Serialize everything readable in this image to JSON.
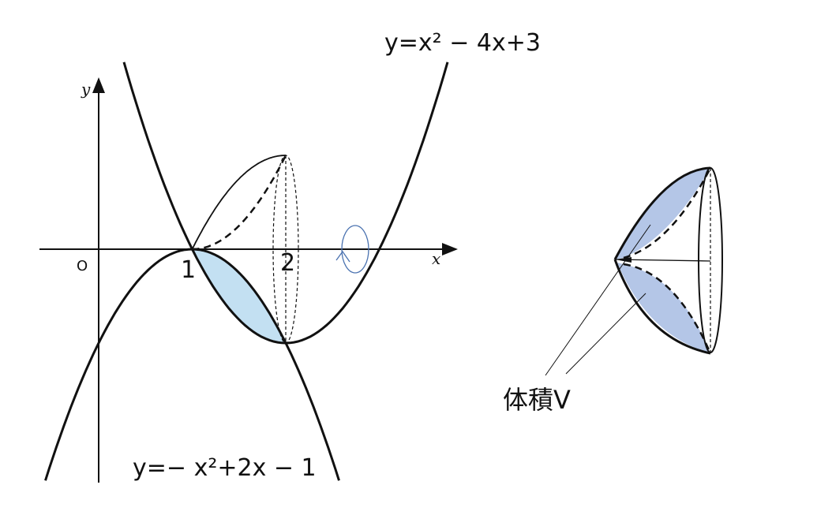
{
  "graph": {
    "upper_curve_label": "y=x² − 4x+3",
    "lower_curve_label": "y=− x²+2x − 1",
    "x_axis_label": "x",
    "y_axis_label": "y",
    "origin_label": "O",
    "tick_1": "1",
    "tick_2": "2",
    "region_color": "#c3e0f2",
    "rotation_arrow_color": "#4a72b0"
  },
  "solid": {
    "label": "体積V",
    "fill_color": "#b4c6e7"
  }
}
